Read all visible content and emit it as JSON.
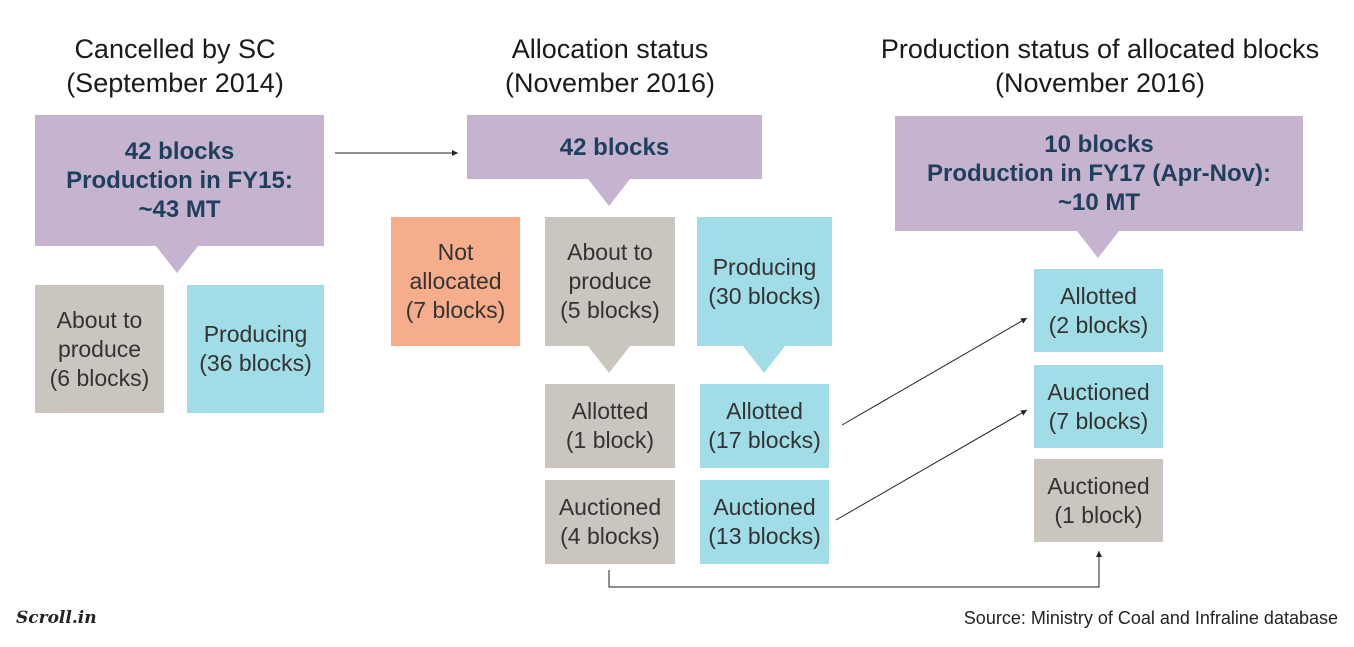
{
  "columns": {
    "cancelled": {
      "title_line1": "Cancelled by SC",
      "title_line2": "(September 2014)",
      "summary": [
        "42 blocks",
        "Production in FY15:",
        "~43 MT"
      ],
      "about_to_produce": [
        "About to",
        "produce",
        "(6 blocks)"
      ],
      "producing": [
        "Producing",
        "(36 blocks)"
      ]
    },
    "allocation": {
      "title_line1": "Allocation status",
      "title_line2": "(November 2016)",
      "summary": [
        "42 blocks"
      ],
      "not_allocated": [
        "Not",
        "allocated",
        "(7 blocks)"
      ],
      "about_to_produce": [
        "About to",
        "produce",
        "(5 blocks)"
      ],
      "producing": [
        "Producing",
        "(30 blocks)"
      ],
      "atp_allotted": [
        "Allotted",
        "(1 block)"
      ],
      "atp_auctioned": [
        "Auctioned",
        "(4 blocks)"
      ],
      "prod_allotted": [
        "Allotted",
        "(17 blocks)"
      ],
      "prod_auctioned": [
        "Auctioned",
        "(13 blocks)"
      ]
    },
    "production": {
      "title_line1": "Production status of allocated blocks",
      "title_line2": "(November 2016)",
      "summary": [
        "10 blocks",
        "Production in FY17 (Apr-Nov):",
        "~10 MT"
      ],
      "allotted": [
        "Allotted",
        "(2 blocks)"
      ],
      "auctioned_blue": [
        "Auctioned",
        "(7 blocks)"
      ],
      "auctioned_grey": [
        "Auctioned",
        "(1 block)"
      ]
    }
  },
  "footer": {
    "logo": "Scroll.in",
    "source": "Source: Ministry of Coal and Infraline database"
  },
  "colors": {
    "purple": "#c5b3d0",
    "grey": "#cbc5bf",
    "blue": "#a0dde6",
    "orange": "#f6ad8b",
    "heading_text": "#1f3f5c"
  }
}
